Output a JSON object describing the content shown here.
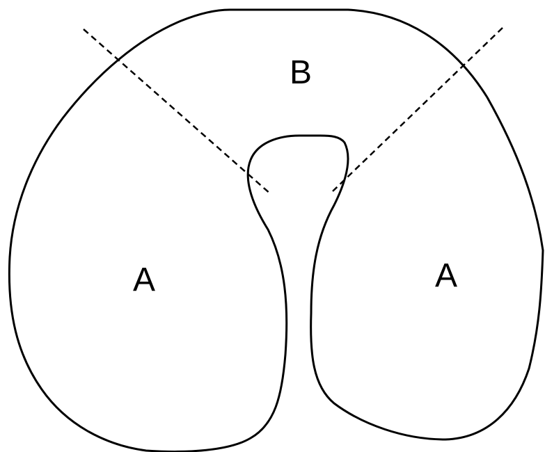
{
  "diagram": {
    "labels": {
      "region_b": "B",
      "region_a_left": "A",
      "region_a_right": "A"
    },
    "colors": {
      "outline": "#000000",
      "background": "#ffffff"
    }
  }
}
